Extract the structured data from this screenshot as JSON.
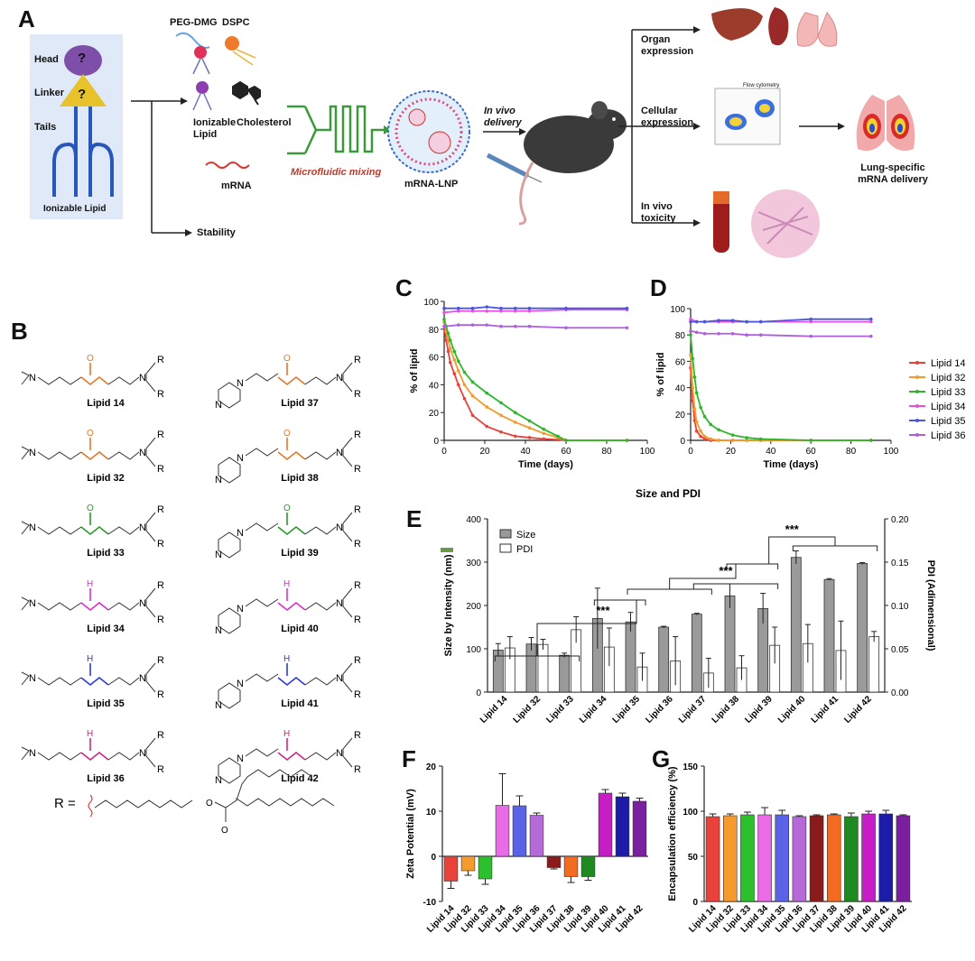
{
  "panel_labels": {
    "a": "A",
    "b": "B",
    "c": "C",
    "d": "D",
    "e": "E",
    "f": "F",
    "g": "G"
  },
  "schematic": {
    "head": "Head",
    "linker": "Linker",
    "tails": "Tails",
    "ionizable_lipid": "Ionizable Lipid",
    "peg_dmg": "PEG-DMG",
    "dspc": "DSPC",
    "ionizable_lipid_short": "Ionizable Lipid",
    "cholesterol": "Cholesterol",
    "mrna": "mRNA",
    "microfluidic_mixing": "Microfluidic mixing",
    "mrna_lnp": "mRNA-LNP",
    "in_vivo_delivery": "In vivo delivery",
    "organ_expression": "Organ expression",
    "cellular_expression": "Cellular expression",
    "in_vivo_toxicity": "In vivo toxicity",
    "stability": "Stability",
    "lung_specific": "Lung-specific mRNA delivery",
    "flow_title": "Flow cytometry",
    "question": "?"
  },
  "structures": {
    "labels": [
      "Lipid 14",
      "Lipid 37",
      "Lipid 32",
      "Lipid 38",
      "Lipid 33",
      "Lipid 39",
      "Lipid 34",
      "Lipid 40",
      "Lipid 35",
      "Lipid 41",
      "Lipid 36",
      "Lipid 42"
    ],
    "r_label": "R =",
    "r": "R",
    "atom_n": "N",
    "atom_o": "O",
    "atom_h": "H"
  },
  "colors": {
    "lipid14": "#e8423a",
    "lipid32": "#f39a2c",
    "lipid33": "#2db52d",
    "lipid34": "#e94fe0",
    "lipid35": "#4b56e0",
    "lipid36": "#b05ee0",
    "bar_gray": "#9a9a9a",
    "f_colors": [
      "#e8423a",
      "#f59a2c",
      "#2cc12c",
      "#ea6be6",
      "#5a62e8",
      "#b66ad8",
      "#8b1a1a",
      "#f26b21",
      "#1f8a1f",
      "#c41ec4",
      "#1c1ca8",
      "#7a1f9e"
    ]
  },
  "chart_data": [
    {
      "id": "C",
      "type": "line",
      "title": "",
      "xlabel": "Time (days)",
      "ylabel": "% of lipid",
      "xlim": [
        0,
        100
      ],
      "ylim": [
        0,
        100
      ],
      "xticks": [
        0,
        20,
        40,
        60,
        80,
        100
      ],
      "yticks": [
        0,
        20,
        40,
        60,
        80,
        100
      ],
      "series": [
        {
          "name": "Lipid 14",
          "x": [
            0,
            1,
            2,
            3,
            5,
            7,
            10,
            14,
            21,
            28,
            35,
            42,
            49,
            56,
            60,
            90
          ],
          "y": [
            82,
            72,
            64,
            56,
            48,
            40,
            30,
            18,
            10,
            6,
            3,
            2,
            1,
            0.5,
            0,
            0
          ]
        },
        {
          "name": "Lipid 32",
          "x": [
            0,
            1,
            2,
            3,
            5,
            7,
            10,
            14,
            21,
            28,
            35,
            42,
            49,
            56,
            60,
            90
          ],
          "y": [
            85,
            78,
            72,
            66,
            58,
            50,
            40,
            32,
            24,
            18,
            13,
            9,
            5,
            2,
            0,
            0
          ]
        },
        {
          "name": "Lipid 33",
          "x": [
            0,
            1,
            2,
            3,
            5,
            7,
            10,
            14,
            21,
            28,
            35,
            42,
            49,
            56,
            60,
            90
          ],
          "y": [
            87,
            82,
            77,
            72,
            64,
            57,
            49,
            42,
            34,
            27,
            20,
            14,
            8,
            3,
            0,
            0
          ]
        },
        {
          "name": "Lipid 34",
          "x": [
            0,
            7,
            14,
            21,
            28,
            35,
            42,
            60,
            90
          ],
          "y": [
            92,
            93,
            93,
            93,
            93,
            93,
            93,
            94,
            94
          ]
        },
        {
          "name": "Lipid 35",
          "x": [
            0,
            7,
            14,
            21,
            28,
            35,
            42,
            60,
            90
          ],
          "y": [
            95,
            95,
            95,
            96,
            95,
            95,
            95,
            95,
            95
          ]
        },
        {
          "name": "Lipid 36",
          "x": [
            0,
            7,
            14,
            21,
            28,
            35,
            42,
            60,
            90
          ],
          "y": [
            82,
            83,
            83,
            83,
            82,
            82,
            82,
            81,
            81
          ]
        }
      ]
    },
    {
      "id": "D",
      "type": "line",
      "title": "",
      "xlabel": "Time (days)",
      "ylabel": "% of lipid",
      "xlim": [
        0,
        100
      ],
      "ylim": [
        0,
        100
      ],
      "xticks": [
        0,
        20,
        40,
        60,
        80,
        100
      ],
      "yticks": [
        0,
        20,
        40,
        60,
        80,
        100
      ],
      "legend": [
        "Lipid 14",
        "Lipid 32",
        "Lipid 33",
        "Lipid 34",
        "Lipid 35",
        "Lipid 36"
      ],
      "series": [
        {
          "name": "Lipid 14",
          "x": [
            0,
            1,
            2,
            3,
            5,
            7,
            10,
            14,
            21,
            28,
            35,
            60,
            90
          ],
          "y": [
            55,
            30,
            15,
            7,
            3,
            1,
            0,
            0,
            0,
            0,
            0,
            0,
            0
          ]
        },
        {
          "name": "Lipid 32",
          "x": [
            0,
            1,
            2,
            3,
            5,
            7,
            10,
            14,
            21,
            28,
            35,
            60,
            90
          ],
          "y": [
            65,
            40,
            24,
            14,
            7,
            3,
            1,
            0,
            0,
            0,
            0,
            0,
            0
          ]
        },
        {
          "name": "Lipid 33",
          "x": [
            0,
            1,
            2,
            3,
            5,
            7,
            10,
            14,
            21,
            28,
            35,
            60,
            90
          ],
          "y": [
            80,
            62,
            48,
            36,
            25,
            18,
            12,
            8,
            4,
            2,
            1,
            0,
            0
          ]
        },
        {
          "name": "Lipid 34",
          "x": [
            0,
            3,
            7,
            14,
            21,
            28,
            35,
            60,
            90
          ],
          "y": [
            92,
            90,
            90,
            90,
            90,
            90,
            90,
            90,
            90
          ]
        },
        {
          "name": "Lipid 35",
          "x": [
            0,
            3,
            7,
            14,
            21,
            28,
            35,
            60,
            90
          ],
          "y": [
            90,
            90,
            90,
            91,
            91,
            90,
            90,
            92,
            92
          ]
        },
        {
          "name": "Lipid 36",
          "x": [
            0,
            3,
            7,
            14,
            21,
            28,
            35,
            60,
            90
          ],
          "y": [
            83,
            82,
            81,
            81,
            81,
            80,
            80,
            79,
            79
          ]
        }
      ]
    },
    {
      "id": "E",
      "type": "bar",
      "title": "Size and PDI",
      "ylabel": "Size by Intensity (nm)",
      "y2label": "PDI (Adimensional)",
      "ylim": [
        0,
        400
      ],
      "y2lim": [
        0,
        0.2
      ],
      "yticks": [
        0,
        100,
        200,
        300,
        400
      ],
      "y2ticks": [
        "0.00",
        "0.05",
        "0.10",
        "0.15",
        "0.20"
      ],
      "categories": [
        "Lipid 14",
        "Lipid 32",
        "Lipid 33",
        "Lipid 34",
        "Lipid 35",
        "Lipid 36",
        "Lipid 37",
        "Lipid 38",
        "Lipid 39",
        "Lipid 40",
        "Lipid 41",
        "Lipid 42"
      ],
      "legend": [
        "Size",
        "PDI"
      ],
      "series": [
        {
          "name": "Size",
          "axis": "left",
          "values": [
            97,
            111,
            85,
            170,
            162,
            150,
            180,
            222,
            193,
            311,
            260,
            297
          ],
          "err": [
            15,
            15,
            5,
            70,
            22,
            2,
            2,
            28,
            35,
            15,
            2,
            2
          ]
        },
        {
          "name": "PDI",
          "axis": "right",
          "values": [
            0.051,
            0.055,
            0.072,
            0.052,
            0.029,
            0.036,
            0.022,
            0.028,
            0.054,
            0.056,
            0.048,
            0.064
          ],
          "err": [
            0.013,
            0.006,
            0.015,
            0.022,
            0.016,
            0.028,
            0.017,
            0.014,
            0.021,
            0.022,
            0.034,
            0.006
          ]
        }
      ],
      "significance": "***"
    },
    {
      "id": "F",
      "type": "bar",
      "ylabel": "Zeta Potential (mV)",
      "ylim": [
        -10,
        20
      ],
      "yticks": [
        -10,
        0,
        10,
        20
      ],
      "categories": [
        "Lipid 14",
        "Lipid 32",
        "Lipid 33",
        "Lipid 34",
        "Lipid 35",
        "Lipid 36",
        "Lipid 37",
        "Lipid 38",
        "Lipid 39",
        "Lipid 40",
        "Lipid 41",
        "Lipid 42"
      ],
      "values": [
        -5.5,
        -3.2,
        -5.0,
        11.3,
        11.2,
        9.1,
        -2.5,
        -4.5,
        -4.5,
        14.0,
        13.2,
        12.2
      ],
      "err": [
        1.6,
        1.0,
        1.2,
        7.0,
        2.2,
        0.5,
        0.3,
        1.3,
        0.8,
        0.8,
        0.8,
        0.7
      ]
    },
    {
      "id": "G",
      "type": "bar",
      "ylabel": "Encapsulation efficiency (%)",
      "ylim": [
        0,
        150
      ],
      "yticks": [
        0,
        50,
        100,
        150
      ],
      "categories": [
        "Lipid 14",
        "Lipid 32",
        "Lipid 33",
        "Lipid 34",
        "Lipid 35",
        "Lipid 36",
        "Lipid 37",
        "Lipid 38",
        "Lipid 39",
        "Lipid 40",
        "Lipid 41",
        "Lipid 42"
      ],
      "values": [
        94,
        95,
        96,
        96,
        96,
        94,
        95,
        96,
        94,
        97,
        97,
        95
      ],
      "err": [
        3,
        2,
        3,
        8,
        5,
        1,
        1,
        1,
        4,
        3,
        4,
        1
      ]
    }
  ]
}
